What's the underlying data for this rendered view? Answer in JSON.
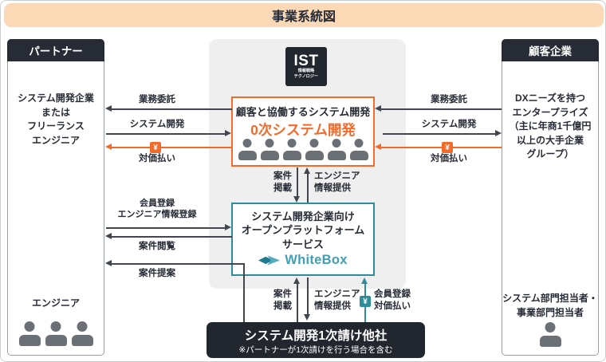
{
  "title": "事業系統図",
  "colors": {
    "accent_orange": "#F26B2B",
    "accent_teal": "#2F8C99",
    "dark_navy": "#262B35",
    "banner_peach": "#FBD8B6",
    "person_gray": "#6B7077"
  },
  "panels": {
    "partner": {
      "header": "パートナー",
      "body": "システム開発企業\nまたは\nフリーランス\nエンジニア",
      "footer": "エンジニア"
    },
    "customer": {
      "header": "顧客企業",
      "body": "DXニーズを持つ\nエンタープライズ\n（主に年商1千億円\n以上の大手企業\nグループ）",
      "footer": "システム部門担当者・\n事業部門担当者"
    }
  },
  "center": {
    "ist_logo": {
      "main": "IST",
      "sub1": "情報戦略",
      "sub2": "テクノロジー"
    },
    "collab_box": {
      "title": "顧客と協働するシステム開発",
      "subtitle": "0次システム開発"
    },
    "platform_box": {
      "title": "システム開発企業向け\nオープンプラットフォーム\nサービス",
      "brand": "WhiteBox"
    },
    "subcontractor_box": {
      "title": "システム開発1次請け他社",
      "note": "※パートナーが1次請けを行う場合を含む"
    }
  },
  "arrows": {
    "left_outsourcing": "業務委託",
    "left_system_dev": "システム開発",
    "left_payment": "対価払い",
    "right_outsourcing": "業務委託",
    "right_system_dev": "システム開発",
    "right_payment": "対価払い",
    "member_registration": "会員登録\nエンジニア情報登録",
    "case_browse": "案件閲覧",
    "case_propose": "案件提案",
    "case_post_top": "案件\n掲載",
    "engineer_info_top": "エンジニア\n情報提供",
    "case_post_bottom": "案件\n掲載",
    "engineer_info_bottom": "エンジニア\n情報提供",
    "member_payment": "会員登録\n対価払い",
    "yen": "¥"
  }
}
